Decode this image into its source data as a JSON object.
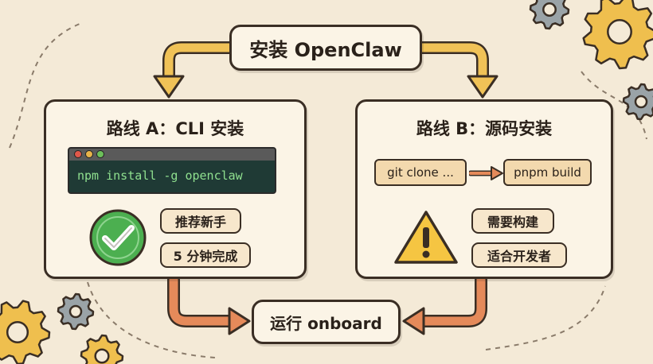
{
  "title": "安装 OpenClaw",
  "path_a": {
    "heading": "路线 A：CLI 安装",
    "command": "npm install -g openclaw",
    "tags": [
      "推荐新手",
      "5 分钟完成"
    ],
    "status_icon": "check-circle-icon"
  },
  "path_b": {
    "heading": "路线 B：源码安装",
    "steps": [
      "git clone ...",
      "pnpm build"
    ],
    "tags": [
      "需要构建",
      "适合开发者"
    ],
    "status_icon": "warning-triangle-icon"
  },
  "final_step": "运行 onboard",
  "colors": {
    "background": "#f4ead7",
    "outline": "#3a2e24",
    "arrow_gold": "#f0c257",
    "arrow_orange": "#e58a5a",
    "success_green": "#4caf50",
    "warning_yellow": "#f5c542",
    "gear_gold": "#efbf4e",
    "gear_gray": "#9aa3a7"
  }
}
